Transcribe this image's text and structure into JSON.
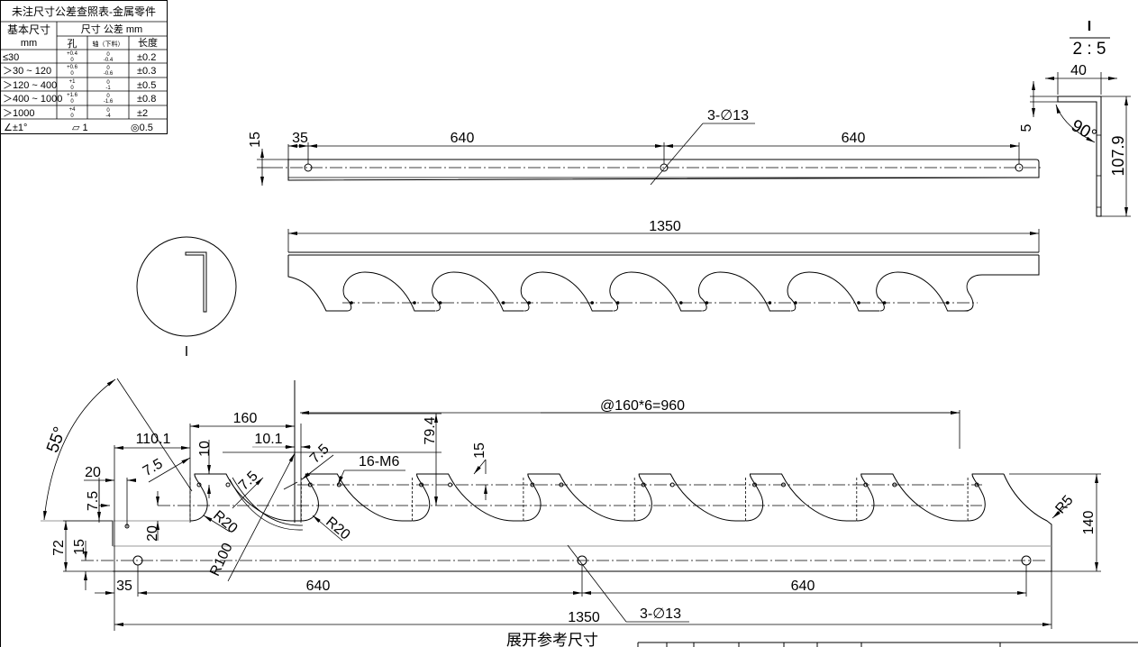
{
  "tolerance_table": {
    "title": "未注尺寸公差查照表-金属零件",
    "col_basic": "基本尺寸",
    "col_basic_unit": "mm",
    "col_tol": "尺寸  公差    mm",
    "col_hole": "孔",
    "col_shaft": "轴（下料）",
    "col_length": "长度",
    "rows": [
      {
        "size": "≤30",
        "hole_up": "+0.4",
        "hole_lo": "0",
        "shaft_up": "0",
        "shaft_lo": "-0.4",
        "length": "±0.2"
      },
      {
        "size": "＞30 ~ 120",
        "hole_up": "+0.6",
        "hole_lo": "0",
        "shaft_up": "0",
        "shaft_lo": "-0.6",
        "length": "±0.3"
      },
      {
        "size": "＞120 ~ 400",
        "hole_up": "+1",
        "hole_lo": "0",
        "shaft_up": "0",
        "shaft_lo": "-1",
        "length": "±0.5"
      },
      {
        "size": "＞400 ~ 1000",
        "hole_up": "+1.6",
        "hole_lo": "0",
        "shaft_up": "0",
        "shaft_lo": "-1.6",
        "length": "±0.8"
      },
      {
        "size": "＞1000",
        "hole_up": "+4",
        "hole_lo": "0",
        "shaft_up": "0",
        "shaft_lo": "-4",
        "length": "±2"
      }
    ],
    "angle": "∠±1°",
    "flatness": "▱ 1",
    "concentricity": "◎0.5"
  },
  "top_view": {
    "d15": "15",
    "d35": "35",
    "d640a": "640",
    "d640b": "640",
    "holes": "3-∅13"
  },
  "front_view": {
    "d1350": "1350"
  },
  "detail_circle": {
    "label": "I"
  },
  "detail_view": {
    "label": "I",
    "scale": "2 : 5",
    "d40": "40",
    "d5": "5",
    "angle": "90°",
    "d107": "107.9"
  },
  "flat_view": {
    "angle55": "55°",
    "d110": "110.1",
    "d160": "160",
    "d10": "10",
    "d10_1": "10.1",
    "d7_5a": "7.5",
    "d7_5b": "7.5",
    "d7_5c": "7.5",
    "d7_5d": "7.5",
    "d20a": "20",
    "d20b": "20",
    "r20a": "R20",
    "r20b": "R20",
    "r100": "R100",
    "thread": "16-M6",
    "d79": "79.4",
    "d15": "15",
    "pitch": "@160*6=960",
    "d72": "72",
    "d15b": "15",
    "d35": "35",
    "d640a": "640",
    "d640b": "640",
    "d1350": "1350",
    "holes": "3-∅13",
    "r5": "R5",
    "d140": "140"
  },
  "footer": {
    "title": "展开参考尺寸"
  }
}
